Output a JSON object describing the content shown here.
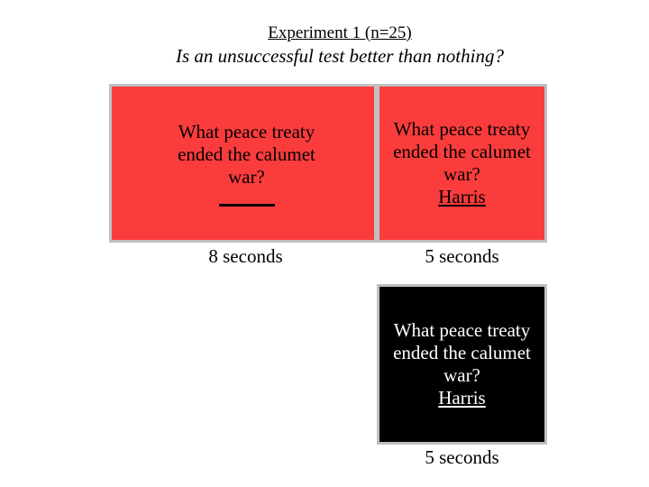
{
  "slide": {
    "title": "Experiment 1 (n=25)",
    "subtitle": "Is an unsuccessful test better than nothing?"
  },
  "colors": {
    "background": "#ffffff",
    "card_red": "#fb3c3c",
    "card_border": "#c0c0c0",
    "card_black": "#000000",
    "text_dark": "#000000",
    "text_light": "#ffffff"
  },
  "cards": {
    "red_left": {
      "lines": [
        "What peace treaty",
        "ended the calumet",
        "war?"
      ],
      "answer": "",
      "has_blank_answer_line": true,
      "duration": "8 seconds"
    },
    "red_right": {
      "lines": [
        "What peace treaty",
        "ended the calumet",
        "war?"
      ],
      "answer": "Harris",
      "duration": "5 seconds"
    },
    "black": {
      "lines": [
        "What peace treaty",
        "ended the calumet",
        "war?"
      ],
      "answer": "Harris",
      "duration": "5 seconds"
    }
  }
}
